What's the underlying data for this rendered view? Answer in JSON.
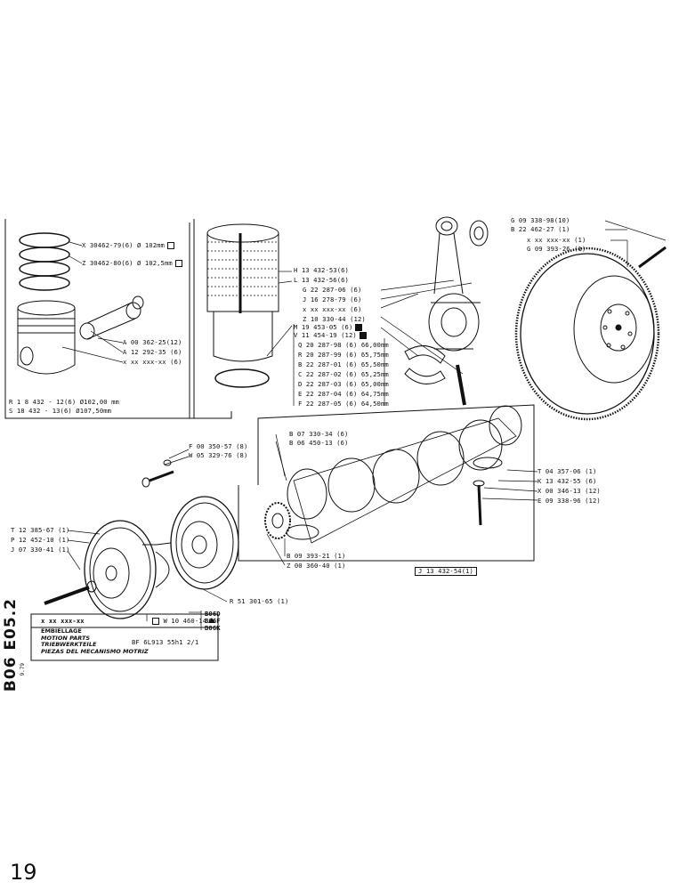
{
  "document": {
    "section_code": "B06 E05.2",
    "date": "9.79",
    "page_number": "19",
    "footer_code": "x xx xxx-xx",
    "model": "BF 6L913 55h1 2/1"
  },
  "titles": [
    "EMBIELLAGE",
    "MOTION PARTS",
    "TRIEBWERKTEILE",
    "PIEZAS DEL MECANISMO MOTRIZ"
  ],
  "variants": [
    "B06D",
    "B06F",
    "B06K"
  ],
  "callouts": {
    "piston": [
      {
        "label": "X 30462-79(6) Ø 102mm",
        "marker": "open-square"
      },
      {
        "label": "Z 30462-80(6) Ø 102,5mm",
        "marker": "open-square"
      },
      {
        "label": "A 00 362-25(12)"
      },
      {
        "label": "A 12 292-35 (6)"
      },
      {
        "label": "x xx xxx-xx (6)"
      },
      {
        "label": "R 1 8 432 - 12(6) Ø102,00 mm"
      },
      {
        "label": "S 18 432 - 13(6) Ø107,50mm"
      }
    ],
    "cylinder": [
      {
        "label": "H 13 432-53(6)"
      },
      {
        "label": "L 13 432-56(6)"
      },
      {
        "label": "G 22 287-06 (6)"
      },
      {
        "label": "J 16 278-79 (6)"
      },
      {
        "label": "x xx xxx-xx (6)"
      },
      {
        "label": "Z 10 330-44 (12)"
      },
      {
        "label": "M 19 453-05 (6)",
        "marker": "filled-square"
      },
      {
        "label": "V 11 454-19 (12)",
        "marker": "filled-square"
      },
      {
        "label": "Q 20 287-98 (6) 66,00mm"
      },
      {
        "label": "R 20 287-99 (6) 65,75mm"
      },
      {
        "label": "B 22 287-01 (6) 65,50mm"
      },
      {
        "label": "C 22 287-02 (6) 65,25mm"
      },
      {
        "label": "D 22 287-03 (6) 65,00mm"
      },
      {
        "label": "E 22 287-04 (6) 64,75mm"
      },
      {
        "label": "F 22 287-05 (6) 64,50mm"
      }
    ],
    "flywheel": [
      {
        "label": "G 09 338-98(10)"
      },
      {
        "label": "B 22 462-27 (1)"
      },
      {
        "label": "x xx xxx-xx (1)"
      },
      {
        "label": "G 09 393-26 (1)"
      }
    ],
    "crankshaft": [
      {
        "label": "B 07 330-34 (6)"
      },
      {
        "label": "B 06 450-13 (6)"
      },
      {
        "label": "F 00 350-57 (8)"
      },
      {
        "label": "W 05 329-76 (8)"
      },
      {
        "label": "T 04 357-06 (1)"
      },
      {
        "label": "K 13 432-55 (6)"
      },
      {
        "label": "X 00 346-13 (12)"
      },
      {
        "label": "E 09 338-96 (12)"
      },
      {
        "label": "B 09 393-21 (1)"
      },
      {
        "label": "Z 00 360-40 (1)"
      },
      {
        "label": "J 13 432-54(1)"
      },
      {
        "label": "R 51 301-65 (1)"
      }
    ],
    "pulley": [
      {
        "label": "T 12 385-67 (1)"
      },
      {
        "label": "P 12 452-10 (1)"
      },
      {
        "label": "J 07 330-41 (1)"
      },
      {
        "label": "W 10 460-14",
        "marker": "triangle"
      }
    ]
  },
  "colors": {
    "ink": "#111111",
    "paper": "#ffffff"
  }
}
